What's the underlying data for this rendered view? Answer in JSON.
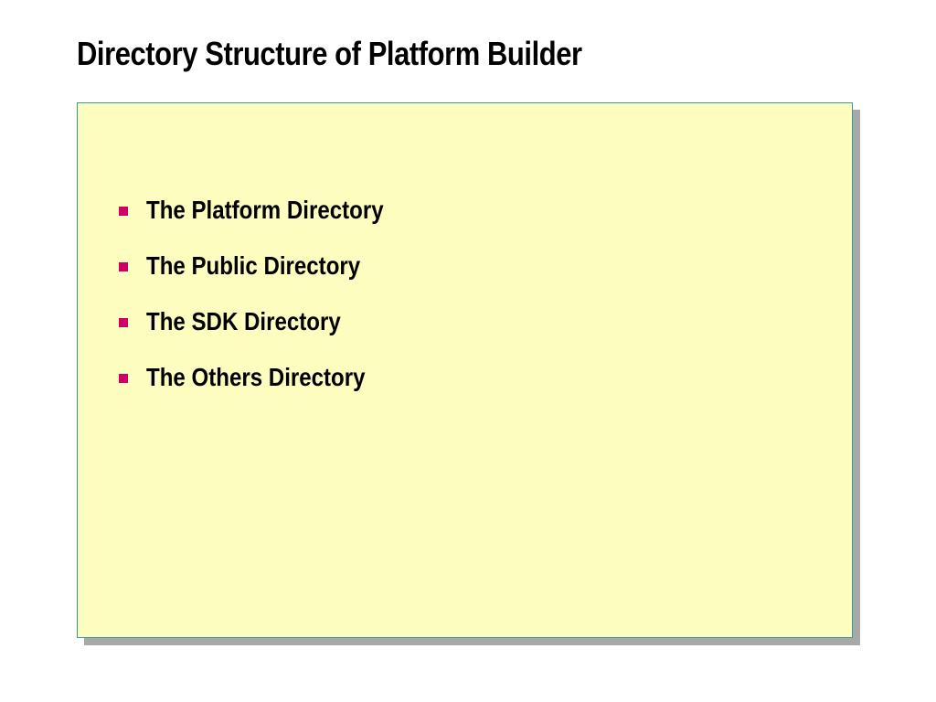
{
  "slide": {
    "title": "Directory Structure of Platform Builder",
    "bullets": [
      {
        "label": "The Platform Directory"
      },
      {
        "label": "The Public Directory"
      },
      {
        "label": "The SDK Directory"
      },
      {
        "label": "The Others Directory"
      }
    ]
  },
  "colors": {
    "panel_background": "#fdfdc0",
    "panel_border": "#3a9a9a",
    "panel_shadow": "#a8a8a8",
    "bullet_marker": "#cc0066",
    "text": "#000000"
  }
}
